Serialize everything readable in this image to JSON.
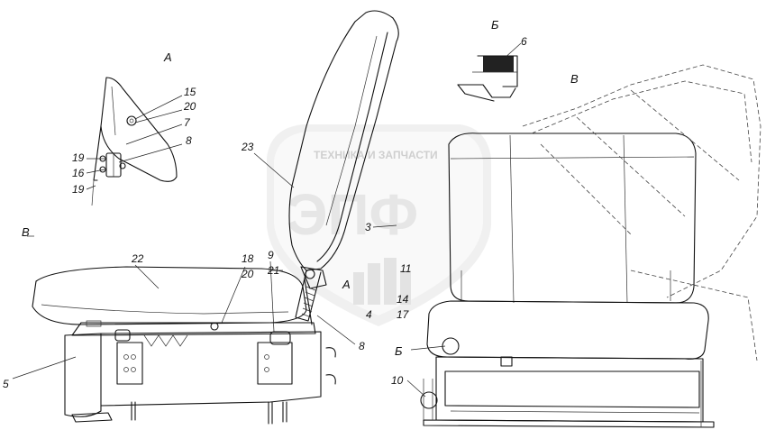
{
  "view_labels": {
    "a_top": "А",
    "b_top": "Б",
    "v_top": "В",
    "v_left": "В",
    "a_mid": "А",
    "b_mid": "Б"
  },
  "callouts": {
    "c15": "15",
    "c20a": "20",
    "c7": "7",
    "c8a": "8",
    "c19a": "19",
    "c16": "16",
    "c19b": "19",
    "c6": "6",
    "c23": "23",
    "c3": "3",
    "c22": "22",
    "c18": "18",
    "c20b": "20",
    "c9": "9",
    "c21": "21",
    "c11": "11",
    "c14": "14",
    "c17": "17",
    "c4": "4",
    "c8b": "8",
    "c5": "5",
    "c10": "10"
  },
  "watermark": {
    "text": "ТЕХНИКА И ЗАПЧАСТИ",
    "logo": "ЭПФ"
  }
}
